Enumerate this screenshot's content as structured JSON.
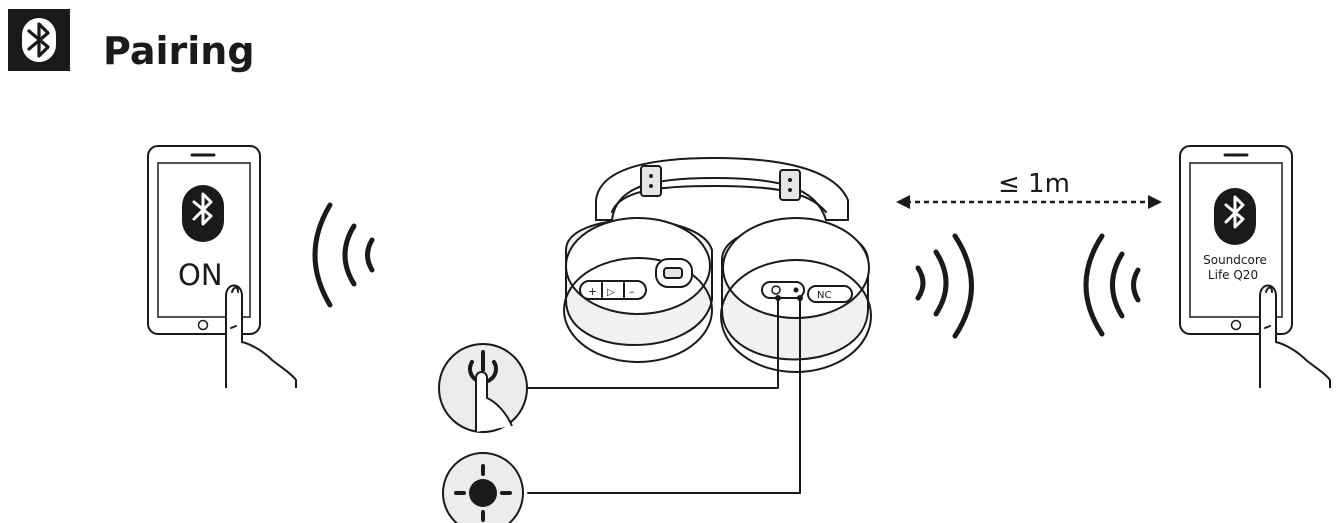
{
  "header": {
    "title": "Pairing",
    "icon": "bluetooth-icon"
  },
  "phone_left": {
    "status_text": "ON",
    "icon": "bluetooth-icon"
  },
  "phone_right": {
    "device_name_line1": "Soundcore",
    "device_name_line2": "Life Q20",
    "icon": "bluetooth-icon"
  },
  "distance": {
    "label": "≤ 1m"
  },
  "headphone_buttons": {
    "plus": "+",
    "play": "▷",
    "minus": "–",
    "nc": "NC"
  },
  "callouts": [
    {
      "name": "power-button-callout",
      "icon": "power-icon"
    },
    {
      "name": "led-indicator-callout",
      "icon": "led-indicator-icon"
    }
  ],
  "colors": {
    "ink": "#1a1a1a",
    "callout_fill": "#ececec",
    "background": "#ffffff"
  }
}
